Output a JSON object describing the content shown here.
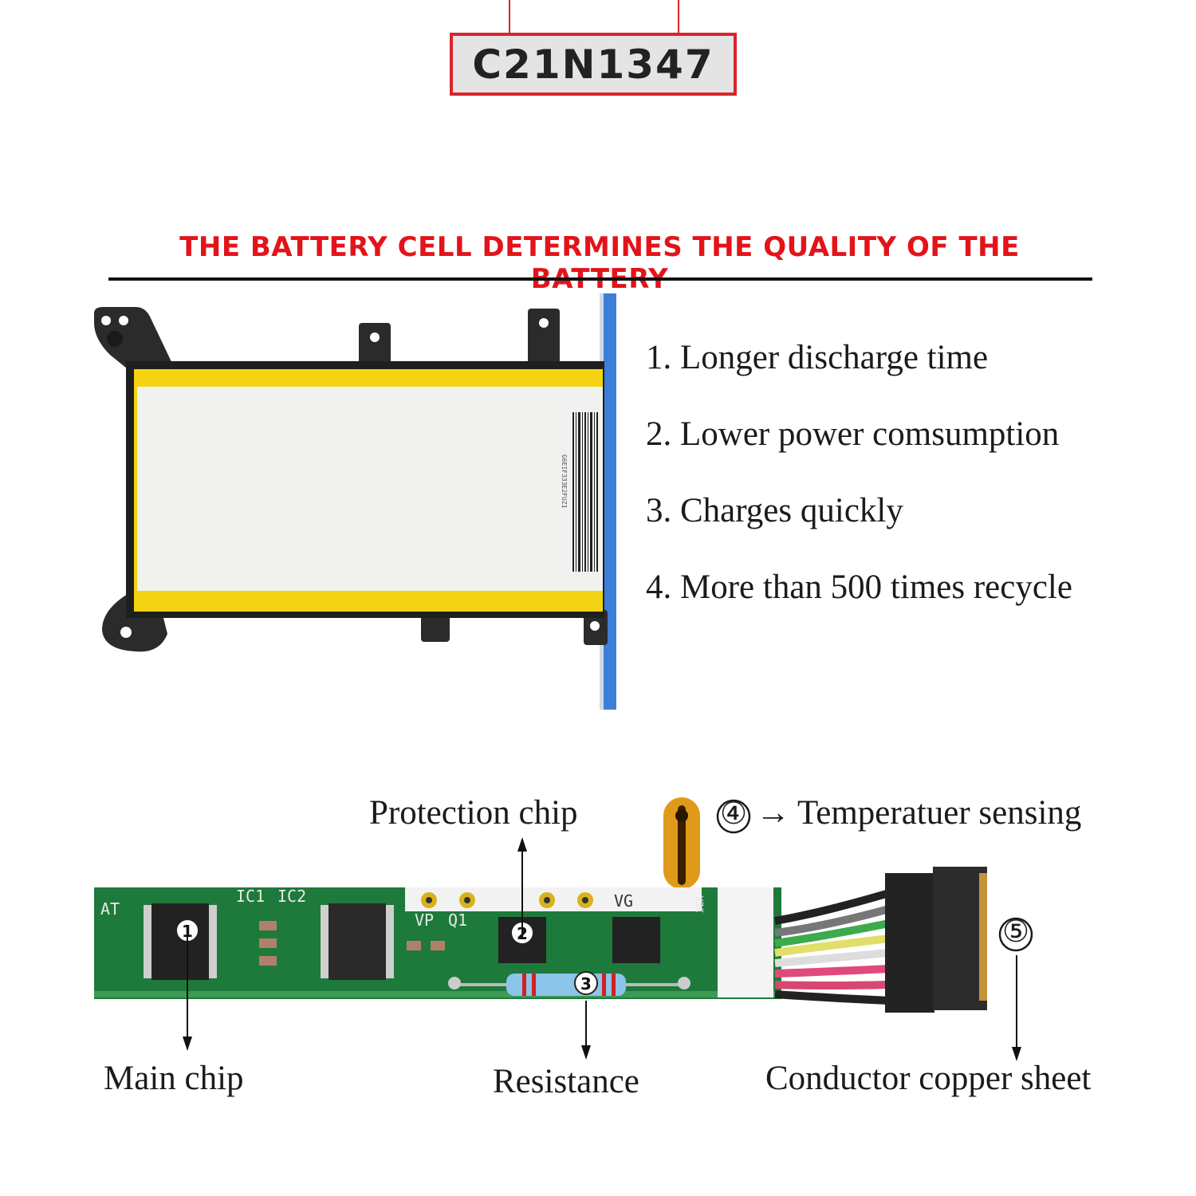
{
  "model_label": "C21N1347",
  "heading": "THE BATTERY CELL DETERMINES THE QUALITY OF THE BATTERY",
  "features": [
    "1. Longer discharge time",
    "2. Lower power comsumption",
    "3. Charges quickly",
    "4. More than 500 times recycle"
  ],
  "battery_barcode_text": "G6EIF333E2FUZ1",
  "pcb": {
    "silk": {
      "at": "AT",
      "ic1": "IC1",
      "ic2": "IC2",
      "vp": "VP",
      "q1": "Q1",
      "vg": "VG",
      "r": "3EK"
    },
    "markers": [
      "1",
      "2",
      "3",
      "④",
      "⑤"
    ],
    "labels": {
      "main_chip": "Main chip",
      "protection_chip": "Protection chip",
      "resistance": "Resistance",
      "temperature_arrow": "→",
      "temperature_sensing": "Temperatuer sensing",
      "conductor": "Conductor copper sheet"
    }
  },
  "colors": {
    "accent_red": "#e3131a",
    "frame_red": "#d8242b",
    "pcb_green": "#1e7a3a",
    "cell_yellow": "#f4d313",
    "edge_blue": "#3b7fd9"
  }
}
